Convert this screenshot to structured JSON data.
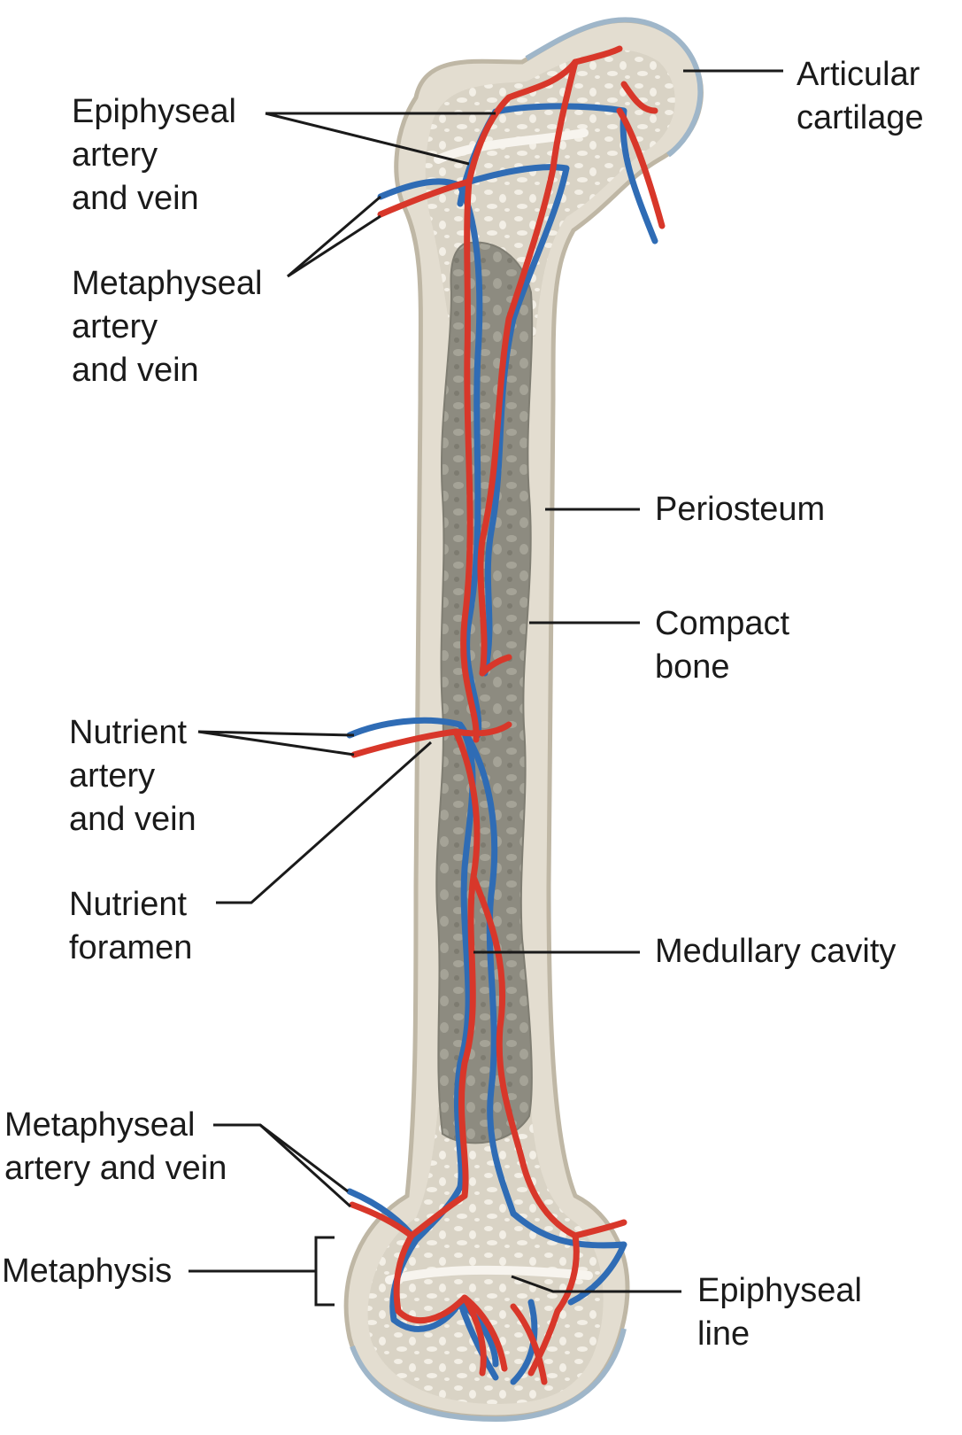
{
  "labels": {
    "epiphyseal_artery_vein": [
      "Epiphyseal",
      "artery",
      "and vein"
    ],
    "metaphyseal_artery_vein_top": [
      "Metaphyseal",
      "artery",
      "and vein"
    ],
    "articular_cartilage": [
      "Articular",
      "cartilage"
    ],
    "periosteum": [
      "Periosteum"
    ],
    "compact_bone": [
      "Compact",
      "bone"
    ],
    "nutrient_artery_vein": [
      "Nutrient",
      "artery",
      "and vein"
    ],
    "nutrient_foramen": [
      "Nutrient",
      "foramen"
    ],
    "medullary_cavity": [
      "Medullary cavity"
    ],
    "metaphyseal_artery_vein_bottom": [
      "Metaphyseal",
      "artery and vein"
    ],
    "metaphysis": [
      "Metaphysis"
    ],
    "epiphyseal_line": [
      "Epiphyseal",
      "line"
    ]
  },
  "colors": {
    "artery": "#d8372a",
    "vein": "#2f6cb5",
    "bone": "#e3ddd0",
    "bone_outline": "#bfb7a5",
    "spongy": "#d2cbbb",
    "marrow": "#8d8b80",
    "cartilage": "#9fb6c9",
    "text": "#1a1a1a"
  }
}
